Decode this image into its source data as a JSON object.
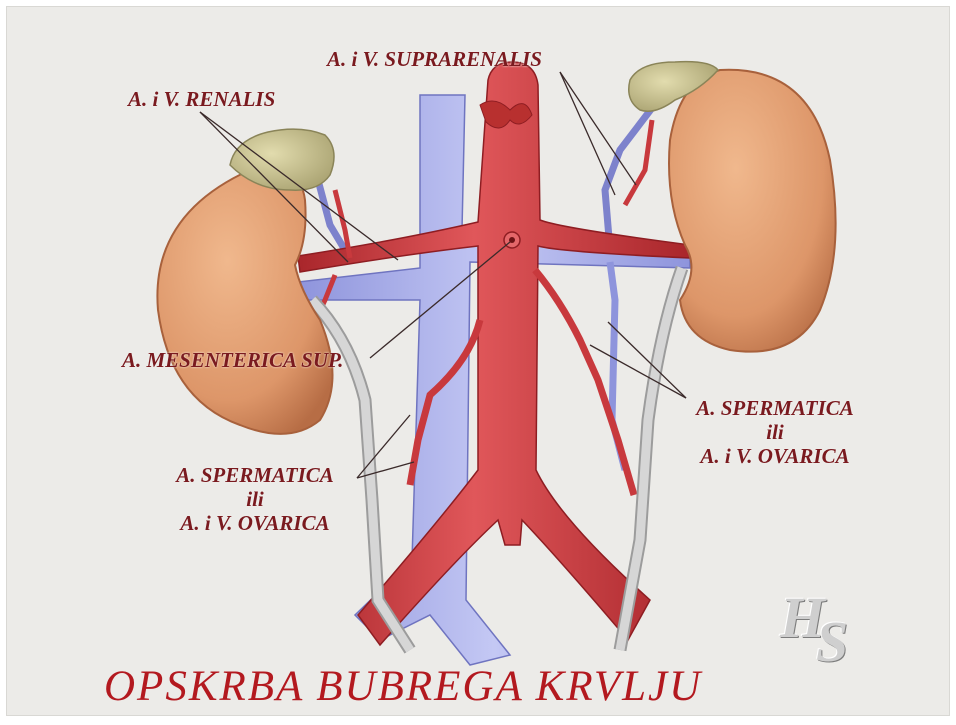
{
  "labels": {
    "suprarenalis": "A. i V. SUPRARENALIS",
    "renalis": "A. i V. RENALIS",
    "mesenterica": "A. MESENTERICA SUP.",
    "spermatica_left": {
      "line1": "A. SPERMATICA",
      "line2": "ili",
      "line3": "A. i V. OVARICA"
    },
    "spermatica_right": {
      "line1": "A. SPERMATICA",
      "line2": "ili",
      "line3": "A. i V. OVARICA"
    }
  },
  "title": "OPSKRBA BUBREGA KRVLJU",
  "monogram": {
    "first": "H",
    "second": "S"
  },
  "colors": {
    "artery": "#c8393d",
    "artery_dark": "#8e1d22",
    "vein": "#aab0ec",
    "vein_dark": "#6f74c0",
    "kidney": "#df9a6e",
    "kidney_dark": "#b56a44",
    "adrenal": "#c9c394",
    "ureter": "#c7c7c7",
    "label": "#7a1a1f",
    "title": "#b3191f"
  }
}
